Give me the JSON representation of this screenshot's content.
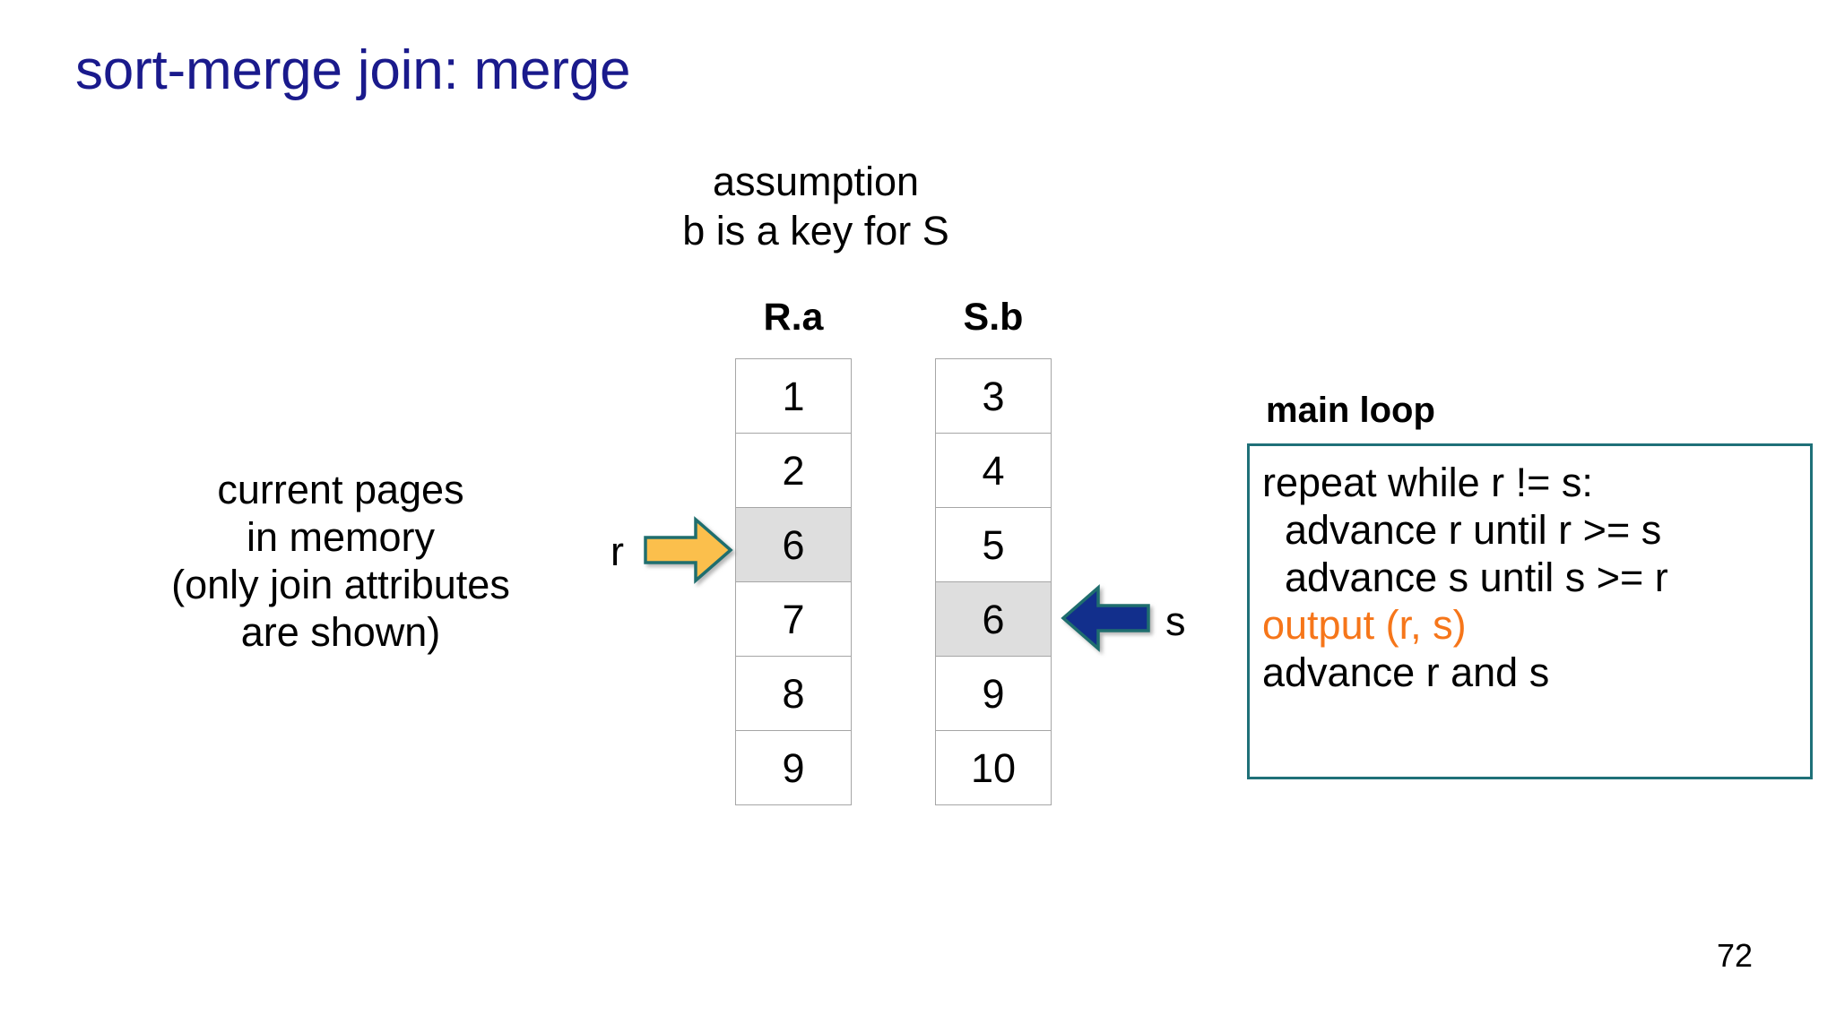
{
  "slide": {
    "title": "sort-merge join: merge",
    "page_number": "72",
    "title_color": "#1A1A8C",
    "background_color": "#FFFFFF"
  },
  "assumption": {
    "lines": [
      "assumption",
      "b is a key for S"
    ]
  },
  "left_caption": {
    "lines": [
      "current pages",
      "in memory",
      "(only join attributes",
      "are shown)"
    ]
  },
  "tables": {
    "r": {
      "header": "R.a",
      "cells": [
        {
          "value": "1",
          "highlighted": false
        },
        {
          "value": "2",
          "highlighted": false
        },
        {
          "value": "6",
          "highlighted": true
        },
        {
          "value": "7",
          "highlighted": false
        },
        {
          "value": "8",
          "highlighted": false
        },
        {
          "value": "9",
          "highlighted": false
        }
      ]
    },
    "s": {
      "header": "S.b",
      "cells": [
        {
          "value": "3",
          "highlighted": false
        },
        {
          "value": "4",
          "highlighted": false
        },
        {
          "value": "5",
          "highlighted": false
        },
        {
          "value": "6",
          "highlighted": true
        },
        {
          "value": "9",
          "highlighted": false
        },
        {
          "value": "10",
          "highlighted": false
        }
      ]
    }
  },
  "pointers": {
    "r": {
      "label": "r",
      "icon": "arrow-right-icon",
      "fill_color": "#FBBF4C",
      "border_color": "#1F6E6E",
      "direction": "right"
    },
    "s": {
      "label": "s",
      "icon": "arrow-left-icon",
      "fill_color": "#122F8C",
      "border_color": "#1F6E6E",
      "direction": "left"
    }
  },
  "main_loop": {
    "title": "main loop",
    "border_color": "#1F7078",
    "accent_color": "#F6761A",
    "lines": [
      {
        "text": "repeat while r != s:",
        "accent": false
      },
      {
        "text": "  advance r until r >= s",
        "accent": false
      },
      {
        "text": "  advance s until s >= r",
        "accent": false
      },
      {
        "text": "output (r, s)",
        "accent": true
      },
      {
        "text": "advance r and s",
        "accent": false
      }
    ]
  }
}
